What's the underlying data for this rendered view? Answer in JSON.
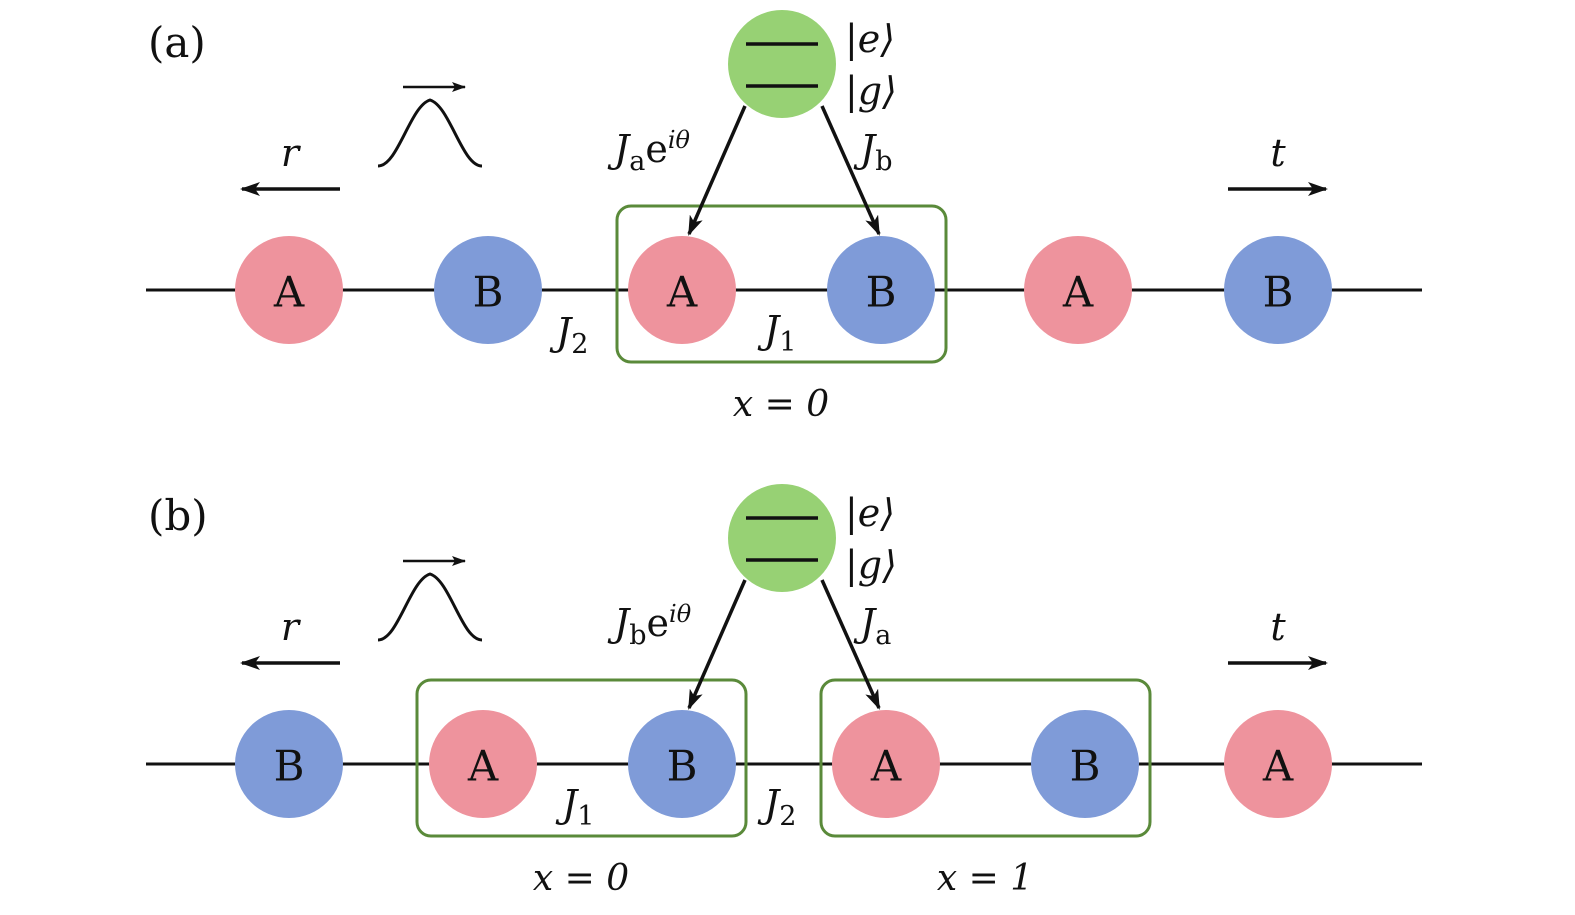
{
  "colors": {
    "site_A": "#ee939d",
    "site_B": "#7f9bd8",
    "atom": "#97d174",
    "cell_box": "#5a8a3a",
    "line": "#111111"
  },
  "panel_a": {
    "label": "(a)",
    "state_e": "|e⟩",
    "state_g": "|g⟩",
    "left_coupling": {
      "J": "J",
      "sub": "a",
      "phase": "e",
      "phase_sup": "iθ"
    },
    "right_coupling": {
      "J": "J",
      "sub": "b"
    },
    "reflect_label": "r",
    "transmit_label": "t",
    "sites": [
      "A",
      "B",
      "A",
      "B",
      "A",
      "B"
    ],
    "hopping_intra": {
      "J": "J",
      "sub": "1"
    },
    "hopping_inter": {
      "J": "J",
      "sub": "2"
    },
    "cell_labels": [
      "x = 0"
    ]
  },
  "panel_b": {
    "label": "(b)",
    "state_e": "|e⟩",
    "state_g": "|g⟩",
    "left_coupling": {
      "J": "J",
      "sub": "b",
      "phase": "e",
      "phase_sup": "iθ"
    },
    "right_coupling": {
      "J": "J",
      "sub": "a"
    },
    "reflect_label": "r",
    "transmit_label": "t",
    "sites": [
      "B",
      "A",
      "B",
      "A",
      "B",
      "A"
    ],
    "hopping_intra": {
      "J": "J",
      "sub": "1"
    },
    "hopping_inter": {
      "J": "J",
      "sub": "2"
    },
    "cell_labels": [
      "x = 0",
      "x = 1"
    ]
  }
}
